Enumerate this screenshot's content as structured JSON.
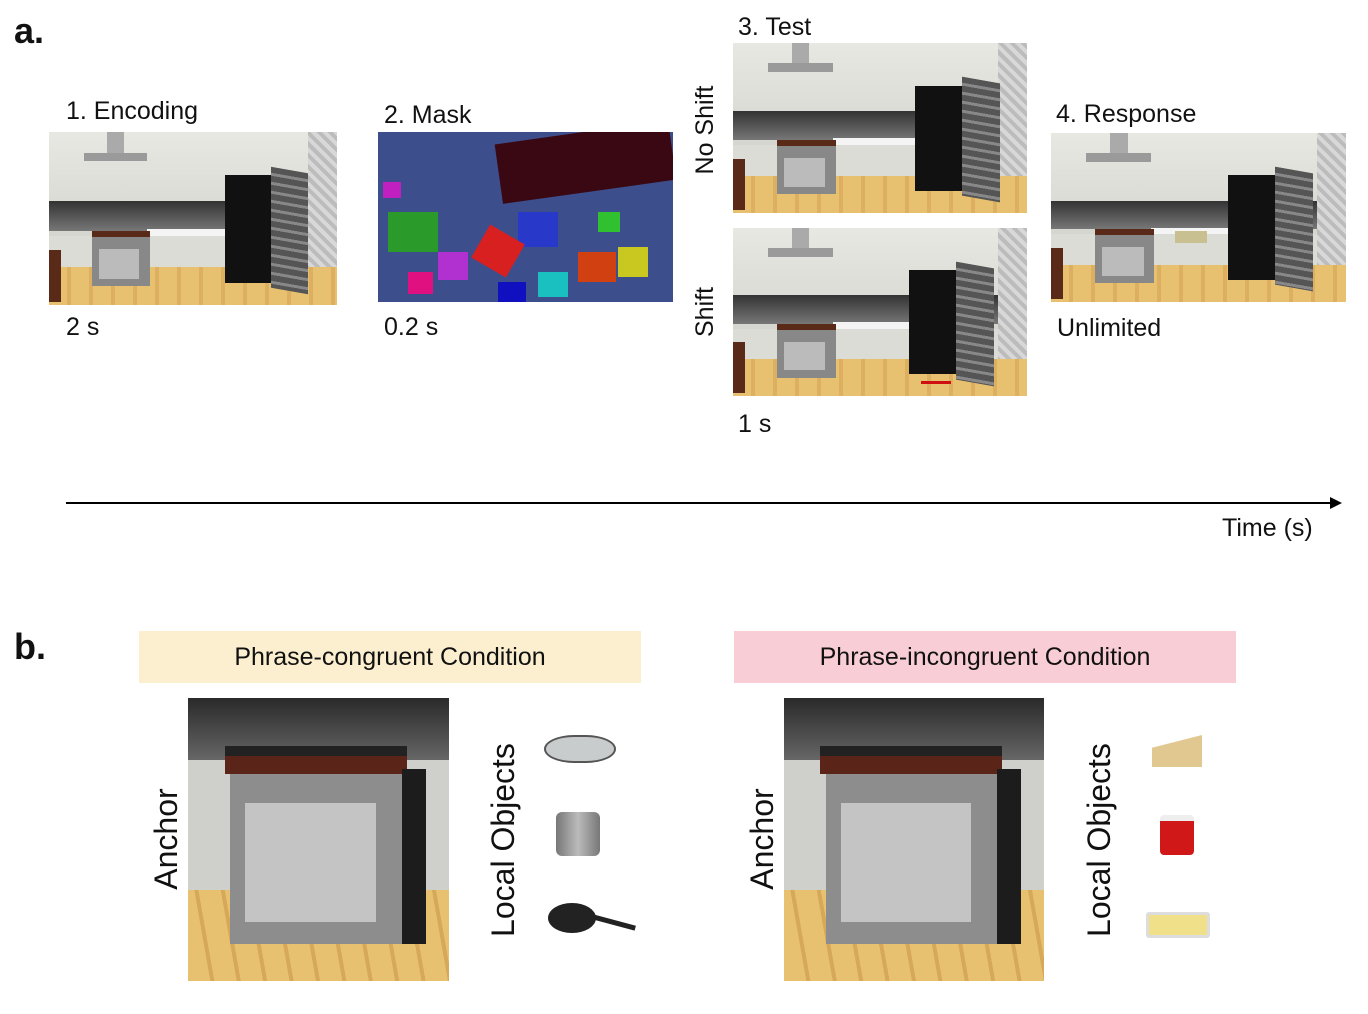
{
  "panel_a": {
    "letter": "a.",
    "steps": [
      {
        "title": "1. Encoding",
        "duration": "2 s"
      },
      {
        "title": "2. Mask",
        "duration": "0.2 s"
      },
      {
        "title": "3. Test",
        "duration": "1 s",
        "conditions": [
          "No Shift",
          "Shift"
        ]
      },
      {
        "title": "4. Response",
        "duration": "Unlimited"
      }
    ],
    "axis_label": "Time (s)"
  },
  "panel_b": {
    "letter": "b.",
    "conditions": [
      {
        "title": "Phrase-congruent Condition",
        "color": "#fbefcf",
        "anchor_label": "Anchor",
        "objects_label": "Local Objects"
      },
      {
        "title": "Phrase-incongruent Condition",
        "color": "#f9cdd6",
        "anchor_label": "Anchor",
        "objects_label": "Local Objects"
      }
    ]
  }
}
